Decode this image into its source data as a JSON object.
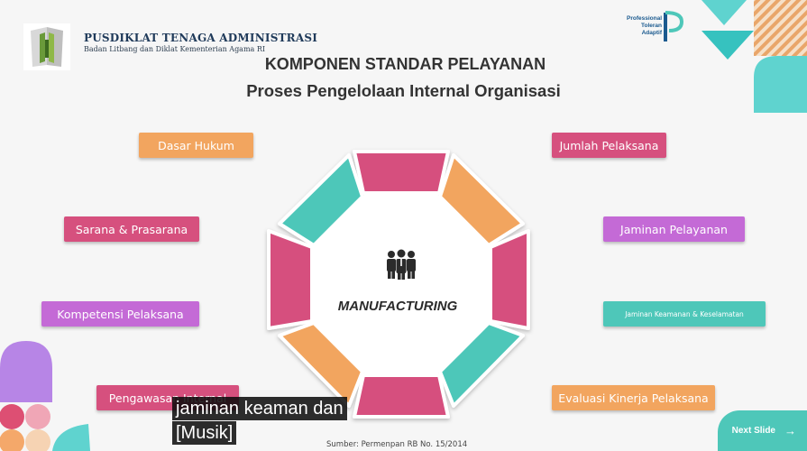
{
  "header": {
    "org_name": "PUSDIKLAT TENAGA ADMINISTRASI",
    "org_sub": "Badan Litbang dan Diklat Kementerian Agama RI",
    "brand_lines": [
      "Professional",
      "Toleran",
      "Adaptif"
    ],
    "title_1": "KOMPONEN STANDAR PELAYANAN",
    "title_2": "Proses Pengelolaan Internal Organisasi"
  },
  "left_labels": [
    "Dasar Hukum",
    "Sarana & Prasarana",
    "Kompetensi Pelaksana",
    "Pengawasan Internal"
  ],
  "right_labels": [
    "Jumlah Pelaksana",
    "Jaminan Pelayanan",
    "Jaminan Keamanan & Keselamatan",
    "Evaluasi Kinerja Pelaksana"
  ],
  "center": {
    "label": "MANUFACTURING",
    "icon": "people-group-icon"
  },
  "source": "Sumber: Permenpan RB No. 15/2014",
  "next_slide": {
    "label": "Next Slide",
    "icon": "arrow-right-icon"
  },
  "caption": {
    "line_1": "jaminan keaman dan",
    "line_2": "[Musik]"
  },
  "colors": {
    "orange": "#f2a55f",
    "pink": "#d6507e",
    "purple": "#c46ad6",
    "teal": "#4ec7b9"
  }
}
